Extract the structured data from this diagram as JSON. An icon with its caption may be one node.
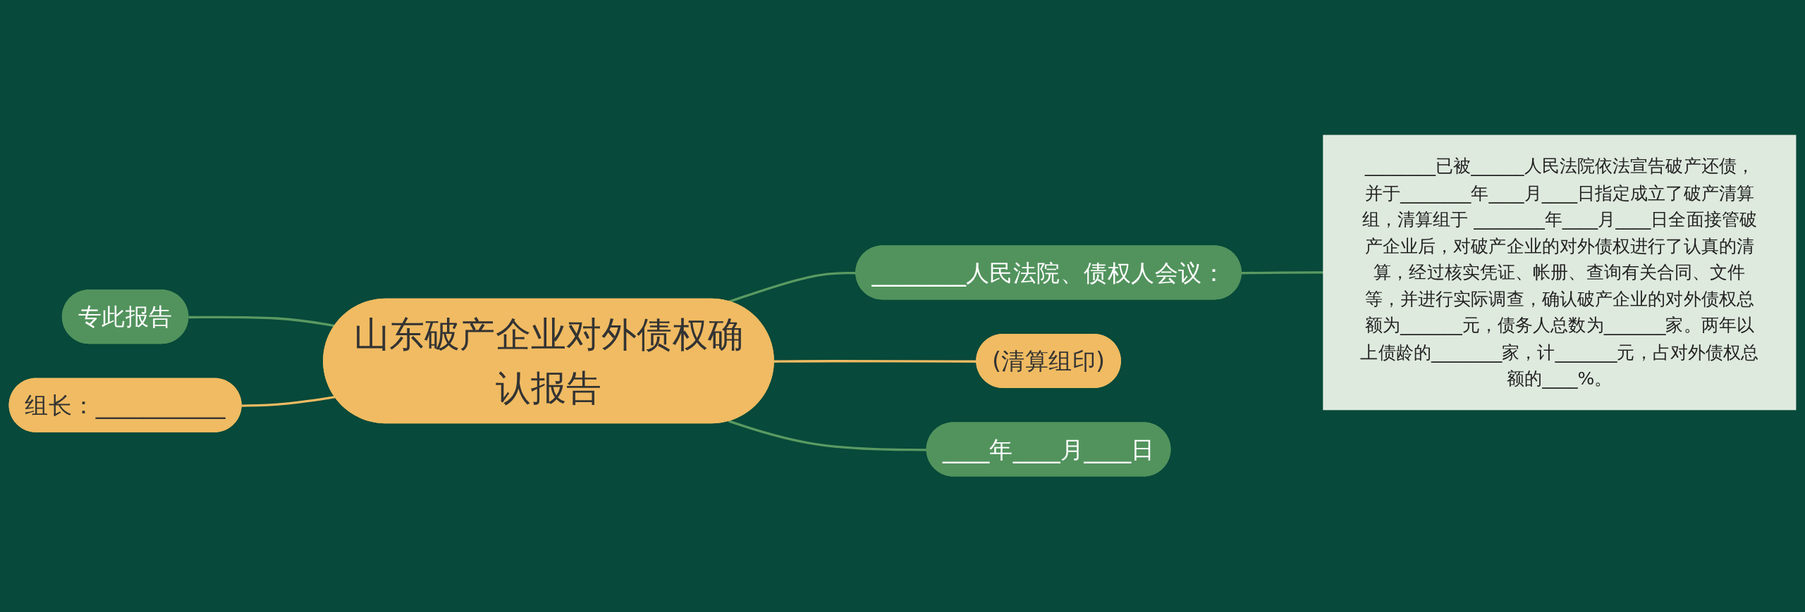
{
  "diagram": {
    "nodes": [
      {
        "text": [
          "山东破产企业对外债权确认报告"
        ]
      },
      {
        "text": [
          "________人民法院、债权人会议："
        ]
      },
      {
        "text": [
          "________已被______人民法院依法宣告破产还债，并于________年____月____日指定成立了破产清算组，清算组于 ________年____月____日全面接管破产企业后，对破产企业的对外债权进行了认真的清算，经过核实凭证、帐册、查询有关合同、文件等，并进行实际调查，确认破产企业的对外债权总额为_______元，债务人总数为_______家。两年以上债龄的________家，计_______元，占对外债权总额的____%。"
        ]
      },
      {
        "text": [
          "(清算组印)"
        ]
      },
      {
        "text": [
          "____年____月____日"
        ]
      },
      {
        "text": [
          "专此报告"
        ]
      },
      {
        "text": [
          "组长：___________"
        ]
      }
    ],
    "edges": [
      {
        "from": 0,
        "to": 1,
        "arrow": "none"
      },
      {
        "from": 1,
        "to": 2,
        "arrow": "none"
      },
      {
        "from": 0,
        "to": 3,
        "arrow": "none",
        "color": "#f0bb62"
      },
      {
        "from": 0,
        "to": 4,
        "arrow": "none"
      },
      {
        "from": 5,
        "to": 0,
        "arrow": "none"
      },
      {
        "from": 6,
        "to": 0,
        "arrow": "none",
        "color": "#f0bb62"
      }
    ]
  }
}
